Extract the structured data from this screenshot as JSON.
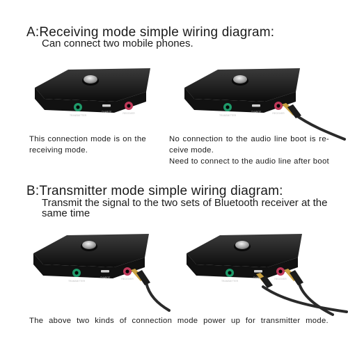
{
  "section_a": {
    "heading": "A:Receiving mode simple wiring diagram:",
    "subheading": "Can connect two mobile phones.",
    "left_caption_line1": "This connection mode is on the",
    "left_caption_line2": "receiving mode.",
    "right_caption_line1": "No connection to the audio line boot is re-",
    "right_caption_line2": "ceive mode.",
    "right_caption_line3": "Need to connect to the audio line after boot"
  },
  "section_b": {
    "heading": "B:Transmitter mode simple wiring diagram:",
    "subheading_line1": "Transmit the signal to the two sets of Bluetooth receiver at the",
    "subheading_line2": "same time",
    "caption": "The above two kinds of connection mode power up for transmitter mode."
  },
  "device": {
    "port_label_left": "TRANSMITTER",
    "port_label_center": "CHARGE",
    "port_label_right": "RECEIVER",
    "left_port_color": "#1f9a6a",
    "right_port_color": "#c0395a",
    "body_color": "#141414",
    "cable_color": "#2a2a2a",
    "plug_color": "#c8a040"
  }
}
